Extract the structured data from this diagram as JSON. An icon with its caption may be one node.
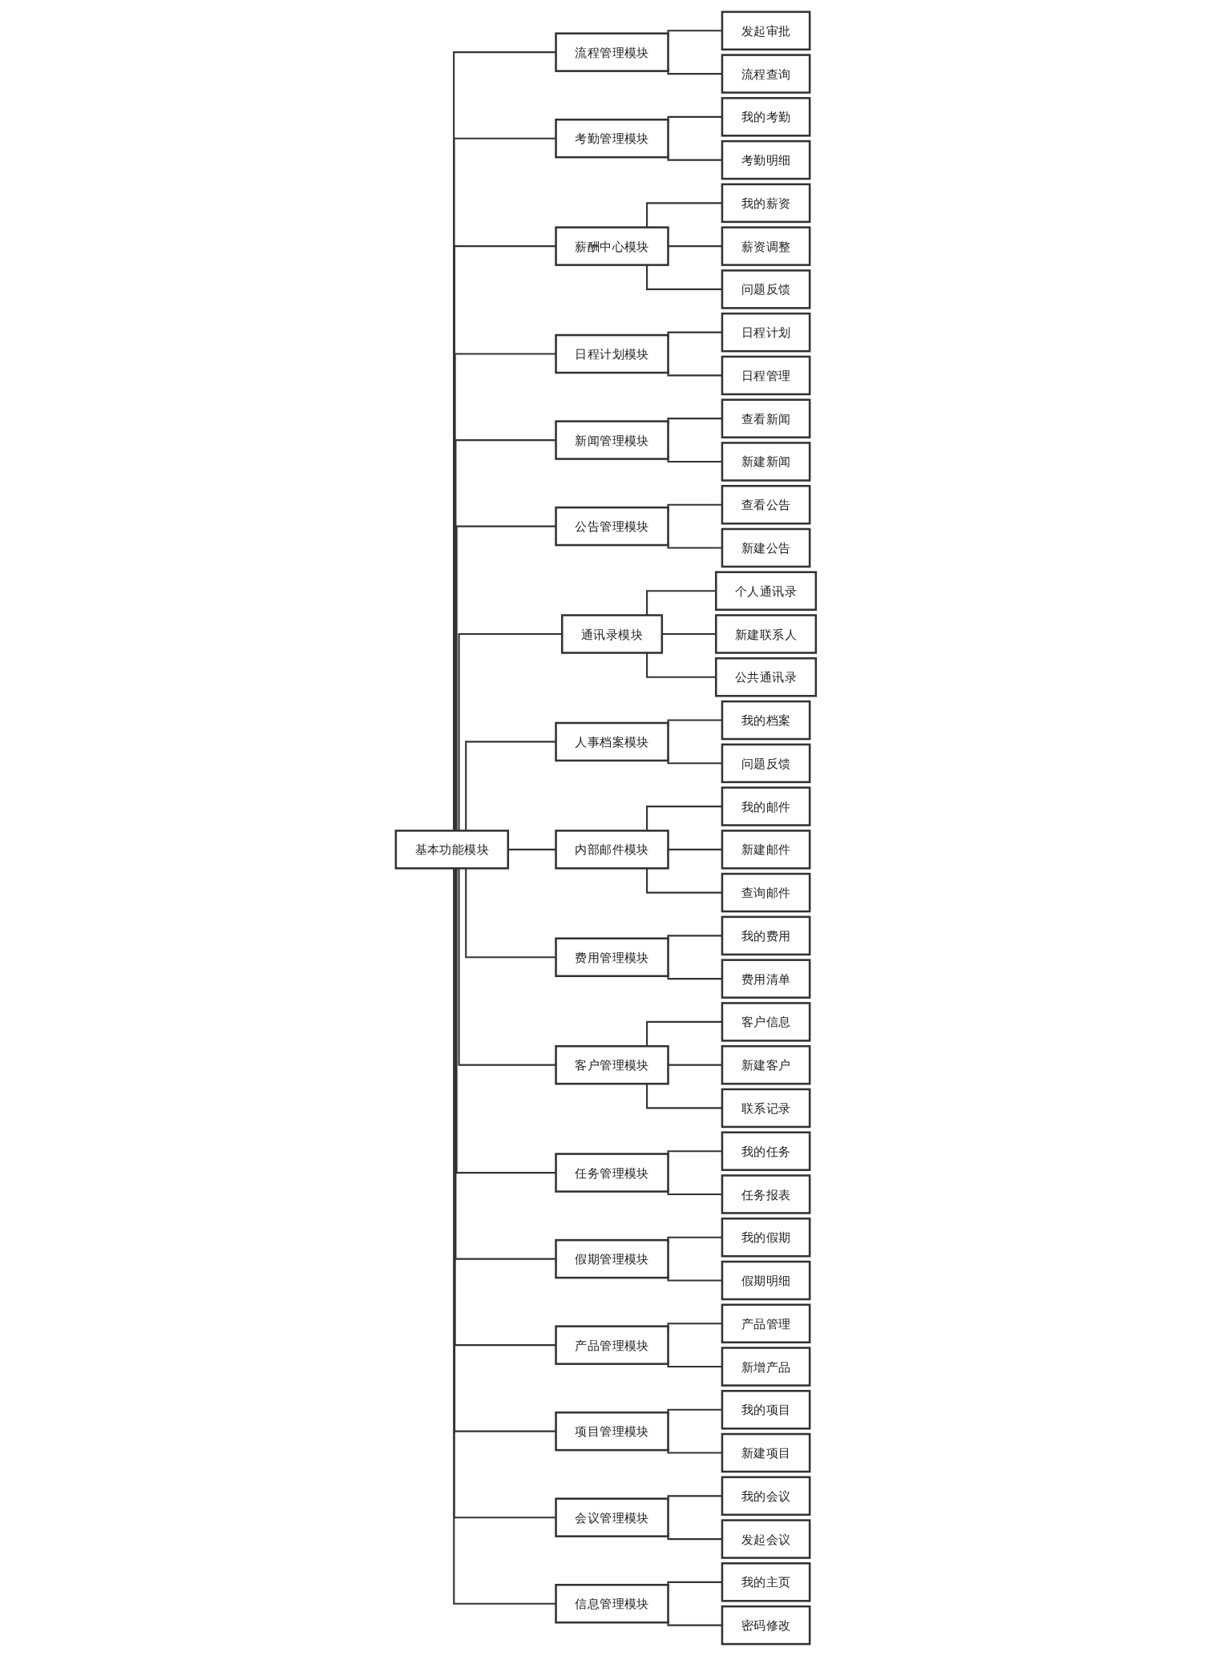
{
  "diagram": {
    "nodes": [
      {
        "text": [
          "基本功能模块"
        ]
      },
      {
        "text": [
          "流程管理模块"
        ]
      },
      {
        "text": [
          "发起审批"
        ]
      },
      {
        "text": [
          "流程查询"
        ]
      },
      {
        "text": [
          "考勤管理模块"
        ]
      },
      {
        "text": [
          "我的考勤"
        ]
      },
      {
        "text": [
          "考勤明细"
        ]
      },
      {
        "text": [
          "薪酬中心模块"
        ]
      },
      {
        "text": [
          "我的薪资"
        ]
      },
      {
        "text": [
          "薪资调整"
        ]
      },
      {
        "text": [
          "问题反馈"
        ]
      },
      {
        "text": [
          "日程计划模块"
        ]
      },
      {
        "text": [
          "日程计划"
        ]
      },
      {
        "text": [
          "日程管理"
        ]
      },
      {
        "text": [
          "新闻管理模块"
        ]
      },
      {
        "text": [
          "查看新闻"
        ]
      },
      {
        "text": [
          "新建新闻"
        ]
      },
      {
        "text": [
          "公告管理模块"
        ]
      },
      {
        "text": [
          "查看公告"
        ]
      },
      {
        "text": [
          "新建公告"
        ]
      },
      {
        "text": [
          "通讯录模块"
        ]
      },
      {
        "text": [
          "个人通讯录"
        ]
      },
      {
        "text": [
          "新建联系人"
        ]
      },
      {
        "text": [
          "公共通讯录"
        ]
      },
      {
        "text": [
          "人事档案模块"
        ]
      },
      {
        "text": [
          "我的档案"
        ]
      },
      {
        "text": [
          "问题反馈"
        ]
      },
      {
        "text": [
          "内部邮件模块"
        ]
      },
      {
        "text": [
          "我的邮件"
        ]
      },
      {
        "text": [
          "新建邮件"
        ]
      },
      {
        "text": [
          "查询邮件"
        ]
      },
      {
        "text": [
          "费用管理模块"
        ]
      },
      {
        "text": [
          "我的费用"
        ]
      },
      {
        "text": [
          "费用清单"
        ]
      },
      {
        "text": [
          "客户管理模块"
        ]
      },
      {
        "text": [
          "客户信息"
        ]
      },
      {
        "text": [
          "新建客户"
        ]
      },
      {
        "text": [
          "联系记录"
        ]
      },
      {
        "text": [
          "任务管理模块"
        ]
      },
      {
        "text": [
          "我的任务"
        ]
      },
      {
        "text": [
          "任务报表"
        ]
      },
      {
        "text": [
          "假期管理模块"
        ]
      },
      {
        "text": [
          "我的假期"
        ]
      },
      {
        "text": [
          "假期明细"
        ]
      },
      {
        "text": [
          "产品管理模块"
        ]
      },
      {
        "text": [
          "产品管理"
        ]
      },
      {
        "text": [
          "新增产品"
        ]
      },
      {
        "text": [
          "项目管理模块"
        ]
      },
      {
        "text": [
          "我的项目"
        ]
      },
      {
        "text": [
          "新建项目"
        ]
      },
      {
        "text": [
          "会议管理模块"
        ]
      },
      {
        "text": [
          "我的会议"
        ]
      },
      {
        "text": [
          "发起会议"
        ]
      },
      {
        "text": [
          "信息管理模块"
        ]
      },
      {
        "text": [
          "我的主页"
        ]
      },
      {
        "text": [
          "密码修改"
        ]
      }
    ],
    "edges": [
      {
        "from": 0,
        "to": 1,
        "arrow": "none"
      },
      {
        "from": 1,
        "to": 2,
        "arrow": "none"
      },
      {
        "from": 1,
        "to": 3,
        "arrow": "none"
      },
      {
        "from": 0,
        "to": 4,
        "arrow": "none"
      },
      {
        "from": 4,
        "to": 5,
        "arrow": "none"
      },
      {
        "from": 4,
        "to": 6,
        "arrow": "none"
      },
      {
        "from": 0,
        "to": 7,
        "arrow": "none"
      },
      {
        "from": 7,
        "to": 8,
        "arrow": "none"
      },
      {
        "from": 7,
        "to": 9,
        "arrow": "none"
      },
      {
        "from": 7,
        "to": 10,
        "arrow": "none"
      },
      {
        "from": 0,
        "to": 11,
        "arrow": "none"
      },
      {
        "from": 11,
        "to": 12,
        "arrow": "none"
      },
      {
        "from": 11,
        "to": 13,
        "arrow": "none"
      },
      {
        "from": 0,
        "to": 14,
        "arrow": "none"
      },
      {
        "from": 14,
        "to": 15,
        "arrow": "none"
      },
      {
        "from": 14,
        "to": 16,
        "arrow": "none"
      },
      {
        "from": 0,
        "to": 17,
        "arrow": "none"
      },
      {
        "from": 17,
        "to": 18,
        "arrow": "none"
      },
      {
        "from": 17,
        "to": 19,
        "arrow": "none"
      },
      {
        "from": 0,
        "to": 20,
        "arrow": "none"
      },
      {
        "from": 20,
        "to": 21,
        "arrow": "none"
      },
      {
        "from": 20,
        "to": 22,
        "arrow": "none"
      },
      {
        "from": 20,
        "to": 23,
        "arrow": "none"
      },
      {
        "from": 0,
        "to": 24,
        "arrow": "none"
      },
      {
        "from": 24,
        "to": 25,
        "arrow": "none"
      },
      {
        "from": 24,
        "to": 26,
        "arrow": "none"
      },
      {
        "from": 0,
        "to": 27,
        "arrow": "none"
      },
      {
        "from": 27,
        "to": 28,
        "arrow": "none"
      },
      {
        "from": 27,
        "to": 29,
        "arrow": "none"
      },
      {
        "from": 27,
        "to": 30,
        "arrow": "none"
      },
      {
        "from": 0,
        "to": 31,
        "arrow": "none"
      },
      {
        "from": 31,
        "to": 32,
        "arrow": "none"
      },
      {
        "from": 31,
        "to": 33,
        "arrow": "none"
      },
      {
        "from": 0,
        "to": 34,
        "arrow": "none"
      },
      {
        "from": 34,
        "to": 35,
        "arrow": "none"
      },
      {
        "from": 34,
        "to": 36,
        "arrow": "none"
      },
      {
        "from": 34,
        "to": 37,
        "arrow": "none"
      },
      {
        "from": 0,
        "to": 38,
        "arrow": "none"
      },
      {
        "from": 38,
        "to": 39,
        "arrow": "none"
      },
      {
        "from": 38,
        "to": 40,
        "arrow": "none"
      },
      {
        "from": 0,
        "to": 41,
        "arrow": "none"
      },
      {
        "from": 41,
        "to": 42,
        "arrow": "none"
      },
      {
        "from": 41,
        "to": 43,
        "arrow": "none"
      },
      {
        "from": 0,
        "to": 44,
        "arrow": "none"
      },
      {
        "from": 44,
        "to": 45,
        "arrow": "none"
      },
      {
        "from": 44,
        "to": 46,
        "arrow": "none"
      },
      {
        "from": 0,
        "to": 47,
        "arrow": "none"
      },
      {
        "from": 47,
        "to": 48,
        "arrow": "none"
      },
      {
        "from": 47,
        "to": 49,
        "arrow": "none"
      },
      {
        "from": 0,
        "to": 50,
        "arrow": "none"
      },
      {
        "from": 50,
        "to": 51,
        "arrow": "none"
      },
      {
        "from": 50,
        "to": 52,
        "arrow": "none"
      },
      {
        "from": 0,
        "to": 53,
        "arrow": "none"
      },
      {
        "from": 53,
        "to": 54,
        "arrow": "none"
      },
      {
        "from": 53,
        "to": 55,
        "arrow": "none"
      }
    ]
  }
}
